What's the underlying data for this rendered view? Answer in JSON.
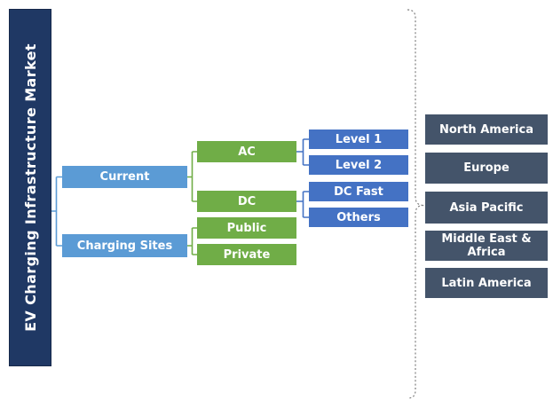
{
  "market": {
    "title": "EV Charging Infrastructure Market",
    "segments": [
      {
        "label": "Current",
        "children": [
          {
            "label": "AC",
            "children": [
              {
                "label": "Level 1"
              },
              {
                "label": "Level 2"
              }
            ]
          },
          {
            "label": "DC",
            "children": [
              {
                "label": "DC Fast"
              },
              {
                "label": "Others"
              }
            ]
          }
        ]
      },
      {
        "label": "Charging Sites",
        "children": [
          {
            "label": "Public"
          },
          {
            "label": "Private"
          }
        ]
      }
    ],
    "regions": [
      {
        "label": "North America"
      },
      {
        "label": "Europe"
      },
      {
        "label": "Asia Pacific"
      },
      {
        "label": "Middle East & Africa"
      },
      {
        "label": "Latin America"
      }
    ]
  },
  "colors": {
    "root_bar_navy": "#1F3864",
    "segment_light_blue": "#5B9BD5",
    "subsegment_green": "#70AD47",
    "type_blue": "#4472C4",
    "region_slate": "#44546A",
    "brace_gray": "#7F7F7F",
    "text_white": "#FFFFFF"
  }
}
